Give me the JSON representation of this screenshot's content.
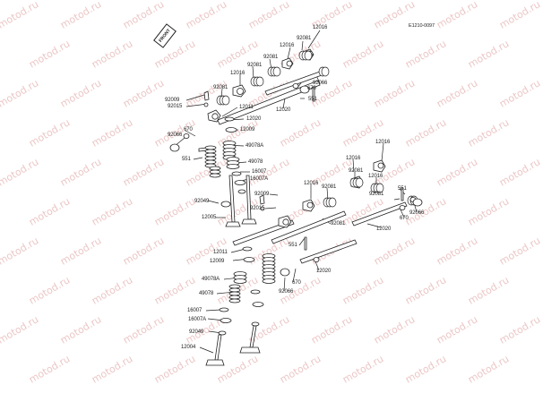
{
  "diagram_code": "E1210-0097",
  "front_label": "FRONT",
  "watermark_text": "motod.ru",
  "part_numbers": {
    "p12016_a": "12016",
    "p92081_a": "92081",
    "p12016_b": "12016",
    "p92081_b": "92081",
    "p92081_c": "92081",
    "p12016_c": "12016",
    "p92081_d": "92081",
    "p92066_a": "92066",
    "p670_a": "670",
    "p551_a": "551",
    "p12020_a": "12020",
    "p92009_a": "92009",
    "p92015_a": "92015",
    "p12011_a": "12011",
    "p12020_b": "12020",
    "p12009_a": "12009",
    "p670_b": "670",
    "p92066_b": "92066",
    "p49078A_a": "49078A",
    "p551_b": "551",
    "p49078_a": "49078",
    "p16007_a": "16007",
    "p16007A_a": "16007A",
    "p92049_a": "92049",
    "p12005_a": "12005",
    "p12016_d": "12016",
    "p12016_e": "12016",
    "p92081_e": "92081",
    "p12016_f": "12016",
    "p92081_f": "92081",
    "p92009_b": "92009",
    "p551_c": "551",
    "p92015_b": "92015",
    "p670_c": "670",
    "p92066_c": "92066",
    "p92081_g": "92081",
    "p12020_c": "12020",
    "p12011_b": "12011",
    "p12009_b": "12009",
    "p551_d": "551",
    "p12020_d": "12020",
    "p49078A_b": "49078A",
    "p670_d": "670",
    "p49078_b": "49078",
    "p92066_d": "92066",
    "p16007_b": "16007",
    "p16007A_b": "16007A",
    "p92049_b": "92049",
    "p12004_a": "12004"
  }
}
